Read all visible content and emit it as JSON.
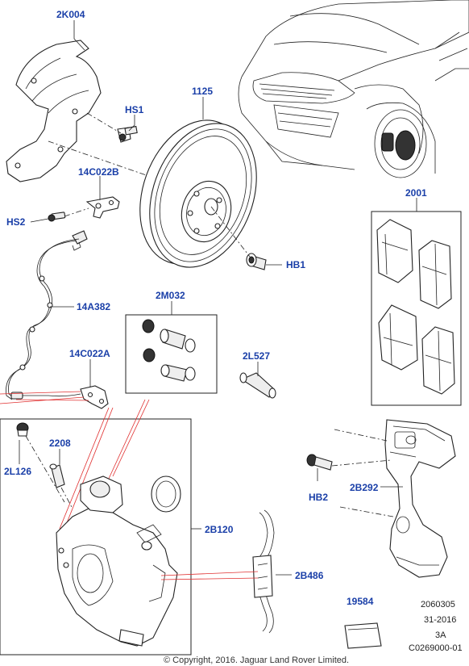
{
  "callouts": {
    "c2K004": "2K004",
    "cHS1": "HS1",
    "c1125": "1125",
    "c14C022B": "14C022B",
    "cHS2": "HS2",
    "cHB1": "HB1",
    "c2001": "2001",
    "c14A382": "14A382",
    "c2M032": "2M032",
    "c2L527": "2L527",
    "c14C022A": "14C022A",
    "c2208": "2208",
    "c2L126": "2L126",
    "cHB2": "HB2",
    "c2B292": "2B292",
    "c2B120": "2B120",
    "c2B486": "2B486",
    "c19584": "19584"
  },
  "meta": {
    "line1": "2060305",
    "line2": "31-2016",
    "line3": "3A",
    "line4": "C0269000-01"
  },
  "copyright": "© Copyright, 2016. Jaguar Land Rover Limited.",
  "colors": {
    "callout": "#1a3fa8",
    "linework": "#222222",
    "guide_lines": "#e03030"
  }
}
